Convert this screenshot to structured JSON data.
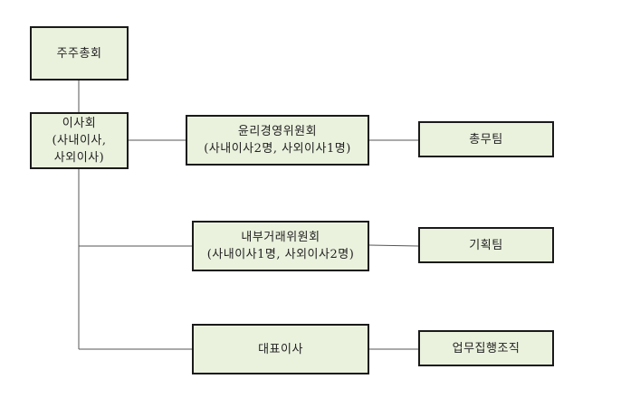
{
  "colors": {
    "box_fill": "#eaf1dd",
    "box_border": "#1a1a1a",
    "line": "#555555"
  },
  "boxes": {
    "shareholders": {
      "lines": [
        "주주총회"
      ]
    },
    "board": {
      "lines": [
        "이사회",
        "(사내이사,",
        "사외이사)"
      ]
    },
    "ethics_committee": {
      "lines": [
        "윤리경영위원회",
        "(사내이사2명, 사외이사1명)"
      ]
    },
    "general_affairs": {
      "lines": [
        "총무팀"
      ]
    },
    "internal_trade_committee": {
      "lines": [
        "내부거래위원회",
        "(사내이사1명, 사외이사2명)"
      ]
    },
    "planning": {
      "lines": [
        "기획팀"
      ]
    },
    "ceo": {
      "lines": [
        "대표이사"
      ]
    },
    "executive_org": {
      "lines": [
        "업무집행조직"
      ]
    }
  }
}
